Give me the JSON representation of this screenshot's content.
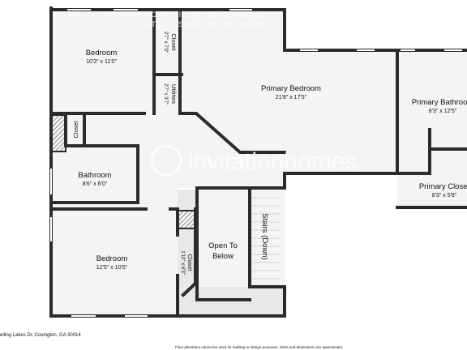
{
  "rooms": {
    "bedroom_top": {
      "name": "Bedroom",
      "dims": "10'3\" x 11'0\""
    },
    "closet_top": {
      "name": "Closet",
      "dims": "2'7\" x 7'0\""
    },
    "utilities": {
      "name": "Utilities",
      "dims": "2'7\" x 3'7\""
    },
    "primary_bedroom": {
      "name": "Primary Bedroom",
      "dims": "21'8\" x 17'5\""
    },
    "primary_bathroom": {
      "name": "Primary Bathroom",
      "dims": "8'3\" x 12'5\""
    },
    "primary_closet": {
      "name": "Primary Closet",
      "dims": "8'3\" x 5'8\""
    },
    "closet_small": {
      "name": "Closet"
    },
    "bathroom": {
      "name": "Bathroom",
      "dims": "8'6\" x 6'0\""
    },
    "bedroom_bottom": {
      "name": "Bedroom",
      "dims": "12'5\" x 10'5\""
    },
    "closet_bottom": {
      "name": "Closet",
      "dims": "1'10\" x 6'3\""
    },
    "open_to_below": {
      "line1": "Open To",
      "line2": "Below"
    },
    "stairs": {
      "name": "Stairs (Down)"
    }
  },
  "watermark": {
    "brand": "invitationhomes"
  },
  "disclaimer": {
    "line1": "IF YOU SEE THIS LISTING ON ZILLOW OR ANY OTHER",
    "line2": "SITE, IT IS NOT ON THE MARKET"
  },
  "footer": {
    "address": "elling Lakes Dr, Covington, GA 30014",
    "note": "Floor plans/tour cannot be used for building or design purposes. Sizes and dimensions are approximate."
  },
  "colors": {
    "wall": "#2b2b2b",
    "floor": "#f4f4f4",
    "shade": "#e8e8e8",
    "window": "#ffffff"
  }
}
